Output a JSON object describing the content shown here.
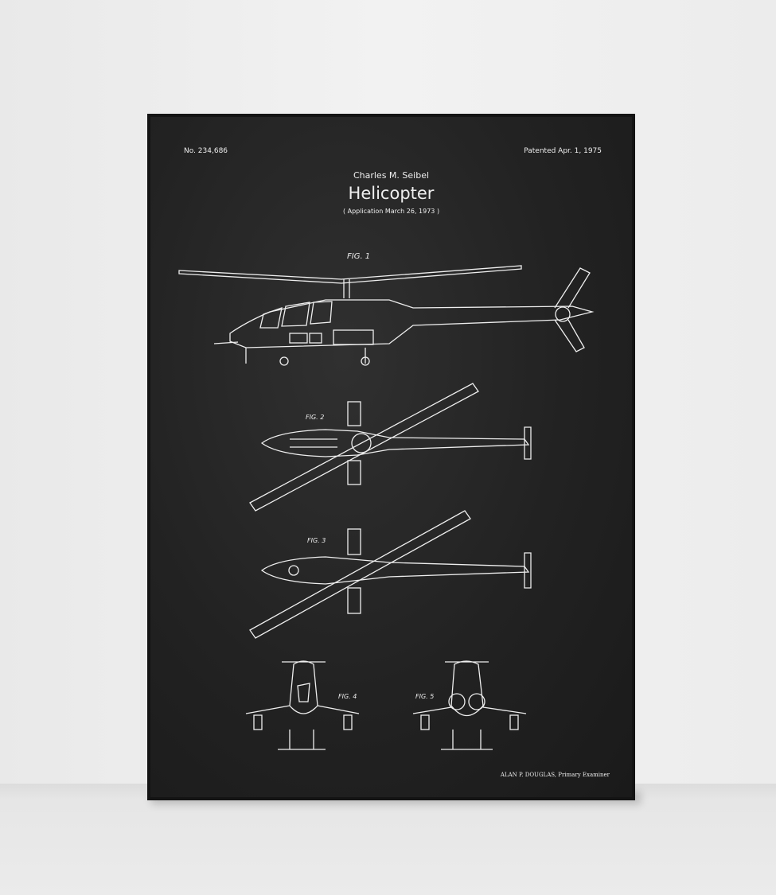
{
  "poster": {
    "patent_number": "No. 234,686",
    "patent_date": "Patented Apr. 1, 1975",
    "inventor": "Charles M. Seibel",
    "title": "Helicopter",
    "application": "( Application  March 26, 1973 )",
    "examiner": "ALAN P. DOUGLAS, Primary Examiner",
    "figures": [
      "FIG. 1",
      "FIG. 2",
      "FIG. 3",
      "FIG. 4",
      "FIG. 5"
    ]
  }
}
